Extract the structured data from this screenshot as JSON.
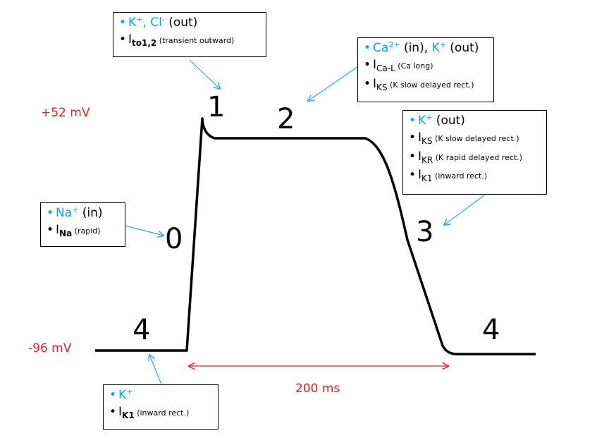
{
  "voltage_labels": {
    "top": "+52 mV",
    "bottom": "-96 mV"
  },
  "duration_label": "200 ms",
  "phases": [
    "0",
    "1",
    "2",
    "3",
    "4",
    "4"
  ],
  "colors": {
    "ion": "#00a8e8",
    "annotation": "#ee1c24",
    "arrow": "#29abe2",
    "curve": "#000000"
  },
  "boxes": {
    "phase1": {
      "ions": {
        "ion1": "K",
        "ion1_charge": "+",
        "sep": ", ",
        "ion2": "Cl",
        "ion2_charge": "-",
        "direction": " (out)"
      },
      "currents": [
        {
          "symbol": "I",
          "sub": "to1,2",
          "desc": " (transient outward)"
        }
      ]
    },
    "phase2": {
      "ions": {
        "ion1": "Ca",
        "ion1_charge": "2+",
        "dir1": " (in), ",
        "ion2": "K",
        "ion2_charge": "+",
        "dir2": "  (out)"
      },
      "currents": [
        {
          "symbol": "I",
          "sub": "Ca-L",
          "desc": " (Ca  long)"
        },
        {
          "symbol": "I",
          "sub": "KS",
          "desc": " (K slow delayed rect.)"
        }
      ]
    },
    "phase3": {
      "ions": {
        "ion1": "K",
        "ion1_charge": "+",
        "direction": " (out)"
      },
      "currents": [
        {
          "symbol": "I",
          "sub": "KS",
          "desc": " (K slow delayed rect.)"
        },
        {
          "symbol": "I",
          "sub": "KR",
          "desc": " (K rapid delayed rect.)"
        },
        {
          "symbol": "I",
          "sub": "K1",
          "desc": " (inward rect.)"
        }
      ]
    },
    "phase0": {
      "ions": {
        "ion1": "Na",
        "ion1_charge": "+",
        "direction": "  (in)"
      },
      "currents": [
        {
          "symbol": "I",
          "sub": "Na",
          "desc": " (rapid)"
        }
      ]
    },
    "phase4": {
      "ions": {
        "ion1": "K",
        "ion1_charge": "+"
      },
      "currents": [
        {
          "symbol": "I",
          "sub": "K1",
          "desc": " (inward rect.)"
        }
      ]
    }
  }
}
